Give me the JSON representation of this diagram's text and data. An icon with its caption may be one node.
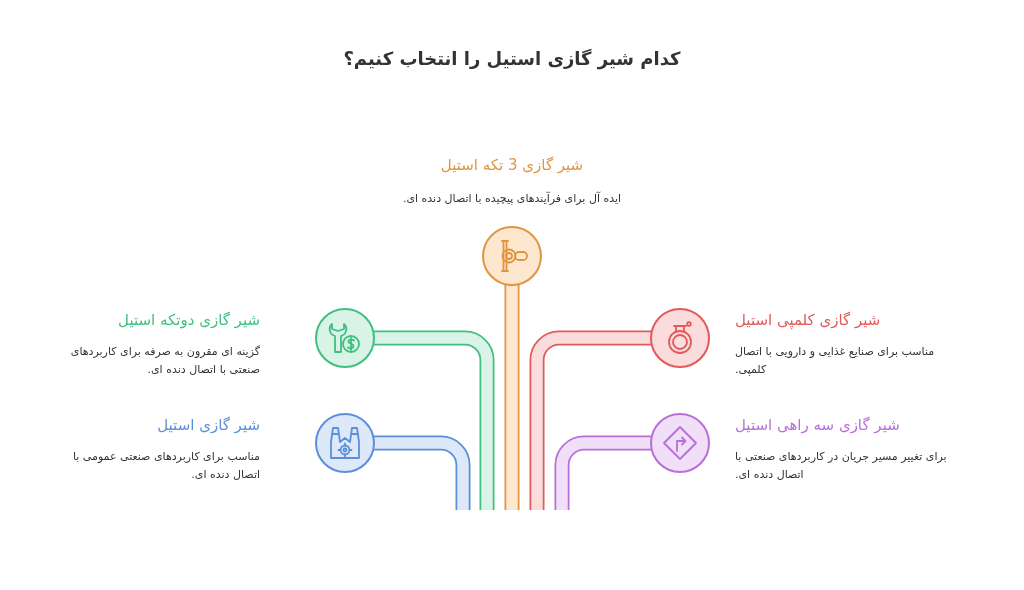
{
  "diagram": {
    "title": "کدام شیر گازی استیل را انتخاب کنیم؟",
    "nodes": [
      {
        "text": [],
        "shape": "circle",
        "beside": [
          "شیر گازی 3 تکه استیل",
          "ایده آل برای فرآیندهای پیچیده با اتصال دنده ای."
        ]
      },
      {
        "text": [],
        "shape": "circle",
        "beside": [
          "شیر گازی کلمپی استیل",
          "مناسب برای صنایع غذایی و دارویی با اتصال کلمپی."
        ]
      },
      {
        "text": [],
        "shape": "circle",
        "beside": [
          "شیر گازی دوتکه استیل",
          "گزینه ای مقرون به صرفه برای کاربردهای صنعتی با اتصال دنده ای."
        ]
      },
      {
        "text": [],
        "shape": "circle",
        "beside": [
          "شیر گازی سه راهی استیل",
          "برای تغییر مسیر جریان در کاربردهای صنعتی با اتصال دنده ای."
        ]
      },
      {
        "text": [],
        "shape": "circle",
        "beside": [
          "شیر گازی استیل",
          "مناسب برای کاربردهای صنعتی عمومی با اتصال دنده ای."
        ]
      }
    ]
  }
}
